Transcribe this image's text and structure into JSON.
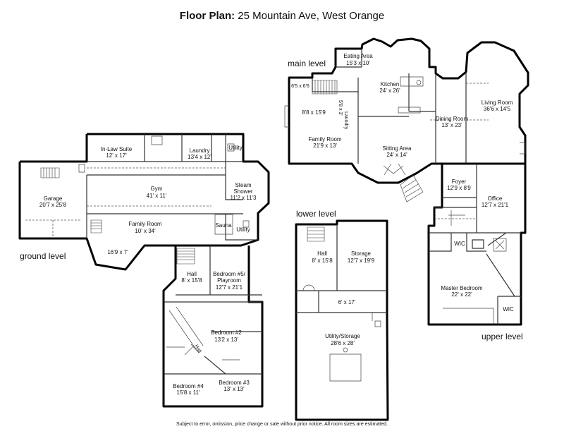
{
  "header": {
    "title_bold": "Floor Plan:",
    "title_rest": " 25 Mountain Ave, West Orange"
  },
  "levels": {
    "main": "main level",
    "ground": "ground level",
    "lower": "lower level",
    "upper": "upper level"
  },
  "rooms": {
    "eating_area": {
      "name": "Eating Area",
      "dim": "15'3 x 10'"
    },
    "kitchen": {
      "name": "Kitchen",
      "dim": "24' x 26'"
    },
    "dim_6x6": {
      "name": "6'5 x 6'6"
    },
    "laundry_main": {
      "name": "Laundry",
      "dim": "5'8 x 3'"
    },
    "dim_8x15": {
      "name": "8'8 x 15'9"
    },
    "family_main": {
      "name": "Family Room",
      "dim": "21'9 x 13'"
    },
    "dining": {
      "name": "Dining Room",
      "dim": "13' x 23'"
    },
    "living": {
      "name": "Living Room",
      "dim": "36'6 x 14'5"
    },
    "sitting": {
      "name": "Sitting Area",
      "dim": "24' x 14'"
    },
    "inlaw": {
      "name": "In-Law Suite",
      "dim": "12' x 17'"
    },
    "laundry_ground": {
      "name": "Laundry",
      "dim": "13'4 x 12'"
    },
    "utility_top": {
      "name": "Utility"
    },
    "garage": {
      "name": "Garage",
      "dim": "20'7 x 25'8"
    },
    "gym": {
      "name": "Gym",
      "dim": "41' x 11'"
    },
    "steam": {
      "name": "Steam",
      "name2": "Shower",
      "dim": "11'2 x 11'3"
    },
    "family_ground": {
      "name": "Family Room",
      "dim": "10' x 34'"
    },
    "sauna": {
      "name": "Sauna"
    },
    "utility_ground": {
      "name": "Utility"
    },
    "dim_16x7": {
      "name": "16'9 x 7'"
    },
    "hall_ground": {
      "name": "Hall",
      "dim": "8' x 15'8"
    },
    "bed5": {
      "name": "Bedroom #5/",
      "name2": "Playroom",
      "dim": "12'7 x 21'1"
    },
    "bed2": {
      "name": "Bedroom #2",
      "dim": "13'2 x 13'"
    },
    "hall_label": {
      "name": "Hall"
    },
    "bed4": {
      "name": "Bedroom #4",
      "dim": "15'8 x 11'"
    },
    "bed3": {
      "name": "Bedroom #3",
      "dim": "13' x 13'"
    },
    "hall_lower": {
      "name": "Hall",
      "dim": "8' x 15'8"
    },
    "storage": {
      "name": "Storage",
      "dim": "12'7 x 19'9"
    },
    "dim_6x17": {
      "name": "6' x 17'"
    },
    "utility_storage": {
      "name": "Utility/Storage",
      "dim": "28'6 x 28'"
    },
    "foyer": {
      "name": "Foyer",
      "dim": "12'9 x 8'9"
    },
    "office": {
      "name": "Office",
      "dim": "12'7 x 21'1"
    },
    "wic1": {
      "name": "WIC"
    },
    "master": {
      "name": "Master Bedroom",
      "dim": "22' x 22'"
    },
    "wic2": {
      "name": "WIC"
    }
  },
  "footer": "Subject to error, omission, price change or sale without prior notice. All room sizes are estimated."
}
